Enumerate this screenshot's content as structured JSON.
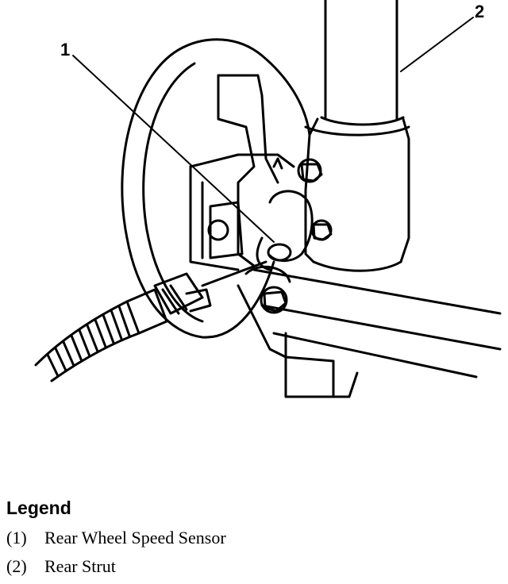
{
  "diagram": {
    "callouts": [
      {
        "id": "1",
        "text": "1"
      },
      {
        "id": "2",
        "text": "2"
      }
    ]
  },
  "legend": {
    "title": "Legend",
    "items": [
      {
        "number": "(1)",
        "label": "Rear Wheel Speed Sensor"
      },
      {
        "number": "(2)",
        "label": "Rear Strut"
      }
    ]
  }
}
